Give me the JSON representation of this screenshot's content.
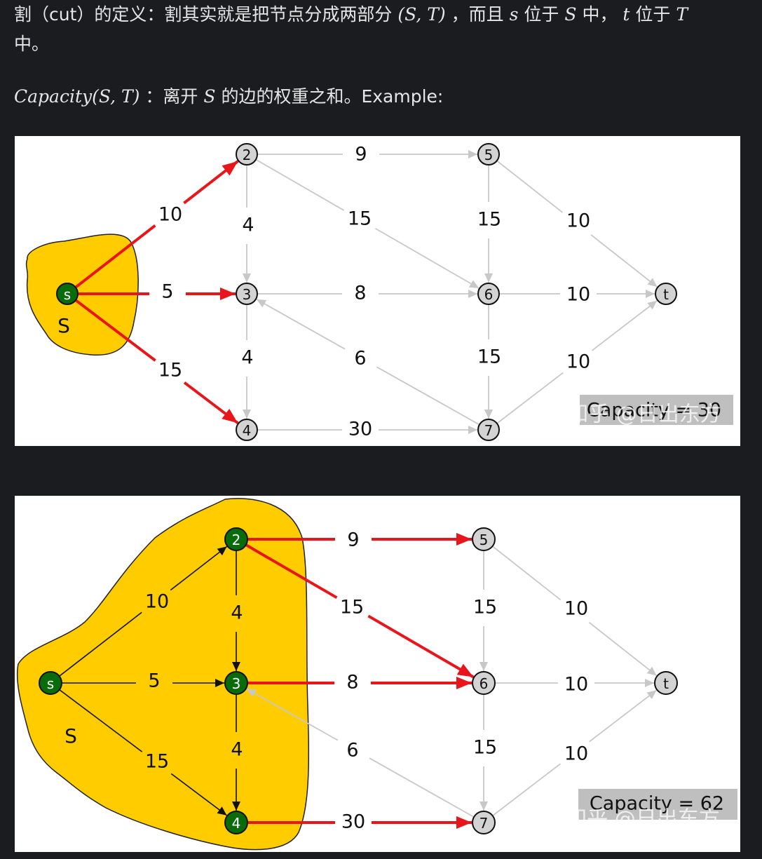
{
  "text": {
    "p1_a": "割（cut）的定义：割其实就是把节点分成两部分",
    "p1_math1": "(S, T)",
    "p1_b": "，而且",
    "p1_math2": "s",
    "p1_c": "位于",
    "p1_math3": "S",
    "p1_d": "中，",
    "p1_math4": "t",
    "p1_e": "位于",
    "p1_math5": "T",
    "p1_f": "中。",
    "p2_math": "Capacity(S, T)",
    "p2_a": "：离开",
    "p2_math2": "S",
    "p2_b": "的边的权重之和。Example:"
  },
  "colors": {
    "page_bg": "#1b1c1f",
    "text": "#e6e6e6",
    "set_fill": "#ffcc00",
    "source_node": "#0a6b0a",
    "gray_node": "#d3d3d3",
    "cut_edge": "#e8151b",
    "normal_edge": "#c8c8c8",
    "capacity_box": "#bfbfbf"
  },
  "figures": [
    {
      "set_label": "S",
      "capacity_label": "Capacity = 30",
      "watermark": "知乎 @日出东方",
      "nodes": [
        {
          "id": "s",
          "label": "s",
          "in_set": true
        },
        {
          "id": "2",
          "label": "2",
          "in_set": false
        },
        {
          "id": "3",
          "label": "3",
          "in_set": false
        },
        {
          "id": "4",
          "label": "4",
          "in_set": false
        },
        {
          "id": "5",
          "label": "5",
          "in_set": false
        },
        {
          "id": "6",
          "label": "6",
          "in_set": false
        },
        {
          "id": "7",
          "label": "7",
          "in_set": false
        },
        {
          "id": "t",
          "label": "t",
          "in_set": false
        }
      ],
      "edges": [
        {
          "from": "s",
          "to": "2",
          "weight": "10",
          "cut": true
        },
        {
          "from": "s",
          "to": "3",
          "weight": "5",
          "cut": true
        },
        {
          "from": "s",
          "to": "4",
          "weight": "15",
          "cut": true
        },
        {
          "from": "2",
          "to": "5",
          "weight": "9",
          "cut": false
        },
        {
          "from": "2",
          "to": "6",
          "weight": "15",
          "cut": false
        },
        {
          "from": "2",
          "to": "3",
          "weight": "4",
          "cut": false
        },
        {
          "from": "3",
          "to": "6",
          "weight": "8",
          "cut": false
        },
        {
          "from": "3",
          "to": "4",
          "weight": "4",
          "cut": false
        },
        {
          "from": "7",
          "to": "3",
          "weight": "6",
          "cut": false
        },
        {
          "from": "4",
          "to": "7",
          "weight": "30",
          "cut": false
        },
        {
          "from": "5",
          "to": "6",
          "weight": "15",
          "cut": false
        },
        {
          "from": "6",
          "to": "7",
          "weight": "15",
          "cut": false
        },
        {
          "from": "5",
          "to": "t",
          "weight": "10",
          "cut": false
        },
        {
          "from": "6",
          "to": "t",
          "weight": "10",
          "cut": false
        },
        {
          "from": "7",
          "to": "t",
          "weight": "10",
          "cut": false
        }
      ]
    },
    {
      "set_label": "S",
      "capacity_label": "Capacity = 62",
      "watermark": "知乎 @日出东方",
      "nodes": [
        {
          "id": "s",
          "label": "s",
          "in_set": true
        },
        {
          "id": "2",
          "label": "2",
          "in_set": true
        },
        {
          "id": "3",
          "label": "3",
          "in_set": true
        },
        {
          "id": "4",
          "label": "4",
          "in_set": true
        },
        {
          "id": "5",
          "label": "5",
          "in_set": false
        },
        {
          "id": "6",
          "label": "6",
          "in_set": false
        },
        {
          "id": "7",
          "label": "7",
          "in_set": false
        },
        {
          "id": "t",
          "label": "t",
          "in_set": false
        }
      ],
      "edges": [
        {
          "from": "s",
          "to": "2",
          "weight": "10",
          "cut": false
        },
        {
          "from": "s",
          "to": "3",
          "weight": "5",
          "cut": false
        },
        {
          "from": "s",
          "to": "4",
          "weight": "15",
          "cut": false
        },
        {
          "from": "2",
          "to": "5",
          "weight": "9",
          "cut": true
        },
        {
          "from": "2",
          "to": "6",
          "weight": "15",
          "cut": true
        },
        {
          "from": "2",
          "to": "3",
          "weight": "4",
          "cut": false
        },
        {
          "from": "3",
          "to": "6",
          "weight": "8",
          "cut": true
        },
        {
          "from": "3",
          "to": "4",
          "weight": "4",
          "cut": false
        },
        {
          "from": "7",
          "to": "3",
          "weight": "6",
          "cut": false
        },
        {
          "from": "4",
          "to": "7",
          "weight": "30",
          "cut": true
        },
        {
          "from": "5",
          "to": "6",
          "weight": "15",
          "cut": false
        },
        {
          "from": "6",
          "to": "7",
          "weight": "15",
          "cut": false
        },
        {
          "from": "5",
          "to": "t",
          "weight": "10",
          "cut": false
        },
        {
          "from": "6",
          "to": "t",
          "weight": "10",
          "cut": false
        },
        {
          "from": "7",
          "to": "t",
          "weight": "10",
          "cut": false
        }
      ]
    }
  ]
}
